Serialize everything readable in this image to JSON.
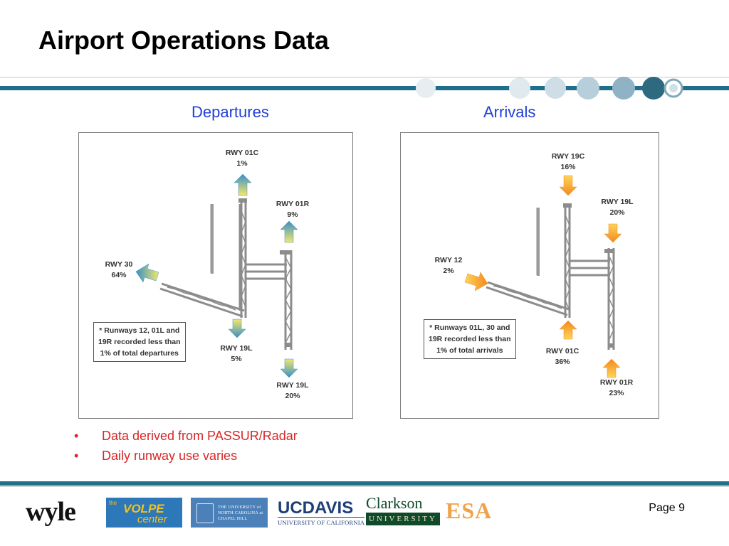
{
  "slide": {
    "title": "Airport Operations Data",
    "page_label": "Page 9"
  },
  "departures": {
    "title": "Departures",
    "runways": [
      {
        "runway": "RWY 01C",
        "value": "1%"
      },
      {
        "runway": "RWY 01R",
        "value": "9%"
      },
      {
        "runway": "RWY 30",
        "value": "64%"
      },
      {
        "runway": "RWY 19L",
        "value": "5%"
      },
      {
        "runway": "RWY 19L",
        "value": "20%"
      }
    ],
    "note": [
      "* Runways 12, 01L and",
      "19R recorded less than",
      "1% of total departures"
    ]
  },
  "arrivals": {
    "title": "Arrivals",
    "runways": [
      {
        "runway": "RWY 19C",
        "value": "16%"
      },
      {
        "runway": "RWY 19L",
        "value": "20%"
      },
      {
        "runway": "RWY 12",
        "value": "2%"
      },
      {
        "runway": "RWY 01C",
        "value": "36%"
      },
      {
        "runway": "RWY 01R",
        "value": "23%"
      }
    ],
    "note": [
      "* Runways 01L, 30 and",
      "19R recorded less than",
      "1% of total arrivals"
    ]
  },
  "bullets": [
    "Data derived from PASSUR/Radar",
    "Daily runway use varies"
  ],
  "logos": {
    "wyle": "wyle",
    "volpe_top": "the",
    "volpe_main": "VOLPE",
    "volpe_sub": "center",
    "unc": "THE UNIVERSITY of NORTH CAROLINA at CHAPEL HILL",
    "ucdavis_main": "UCDAVIS",
    "ucdavis_sub": "UNIVERSITY OF CALIFORNIA",
    "clarkson_main": "Clarkson",
    "clarkson_sub": "UNIVERSITY",
    "esa": "ESA"
  },
  "colors": {
    "title_blue": "#1f3fd8",
    "bullet_red": "#d92626",
    "band_teal": "#1f6e8c",
    "departure_arrow_top": "#f2e86a",
    "departure_arrow_bottom": "#3a8fc7",
    "arrival_arrow_top": "#ffd35a",
    "arrival_arrow_bottom": "#f28a1e"
  }
}
